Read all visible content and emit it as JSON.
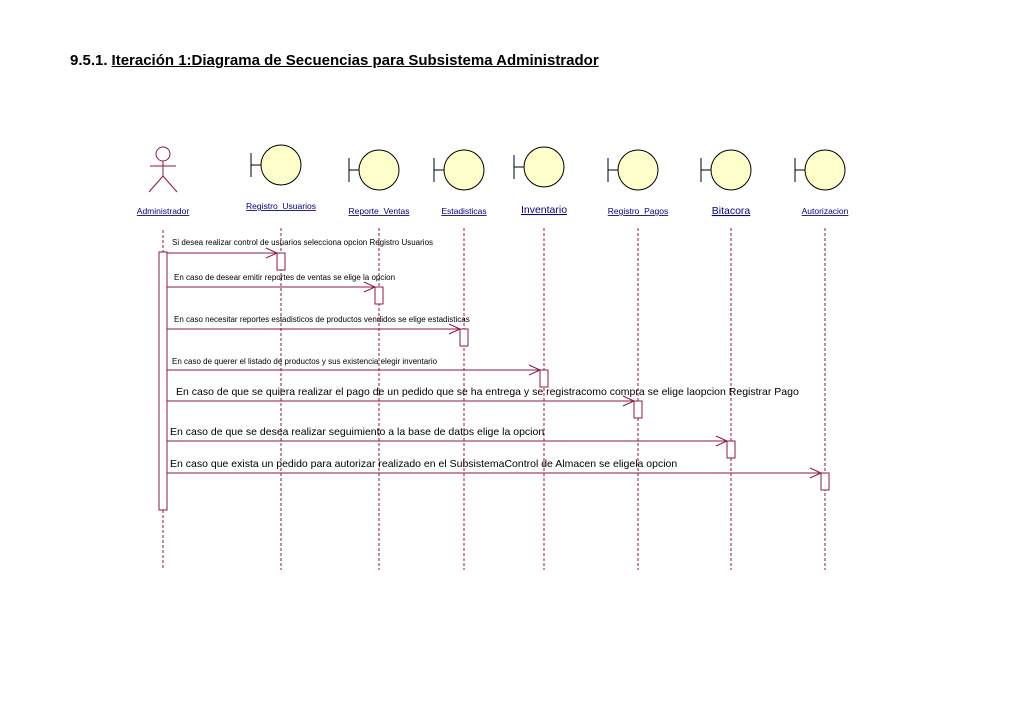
{
  "heading": {
    "number": "9.5.1.",
    "title": "Iteración 1:Diagrama de Secuencias para Subsistema Administrador"
  },
  "colors": {
    "lifeline": "#8b1a4a",
    "boundary_fill": "#ffffcc",
    "label": "#000080"
  },
  "actor": {
    "name": "Administrador",
    "icon": "actor-stick-figure-icon"
  },
  "objects": [
    {
      "name": "Registro_Usuarios",
      "icon": "boundary-icon"
    },
    {
      "name": "Reporte_Ventas",
      "icon": "boundary-icon"
    },
    {
      "name": "Estadisticas",
      "icon": "boundary-icon"
    },
    {
      "name": "Inventario",
      "icon": "boundary-icon"
    },
    {
      "name": "Registro_Pagos",
      "icon": "boundary-icon"
    },
    {
      "name": "Bitacora",
      "icon": "boundary-icon"
    },
    {
      "name": "Autorizacion",
      "icon": "boundary-icon"
    }
  ],
  "messages": [
    {
      "text": "Si desea realizar control de usuarios selecciona opcion Registro Usuarios",
      "from": "Administrador",
      "to": "Registro_Usuarios"
    },
    {
      "text": "En caso de desear emitir reportes de ventas se elige la opcion",
      "from": "Administrador",
      "to": "Reporte_Ventas"
    },
    {
      "text": "En caso necesitar reportes estadisticos de productos vendidos se elige estadisticas",
      "from": "Administrador",
      "to": "Estadisticas"
    },
    {
      "text": "En caso de querer el listado de productos y sus existencia elegir inventario",
      "from": "Administrador",
      "to": "Inventario"
    },
    {
      "text": "En caso de que se quiera realizar el pago de un pedido que se ha entrega y se registracomo compra se elige laopcion Registrar Pago",
      "from": "Administrador",
      "to": "Registro_Pagos"
    },
    {
      "text": "En caso de que se desea realizar seguimiento a la base de datos elige la opcion",
      "from": "Administrador",
      "to": "Bitacora"
    },
    {
      "text": "En caso que exista un pedido para autorizar realizado en el SubsistemaControl de Almacen  se eligela opcion",
      "from": "Administrador",
      "to": "Autorizacion"
    }
  ]
}
